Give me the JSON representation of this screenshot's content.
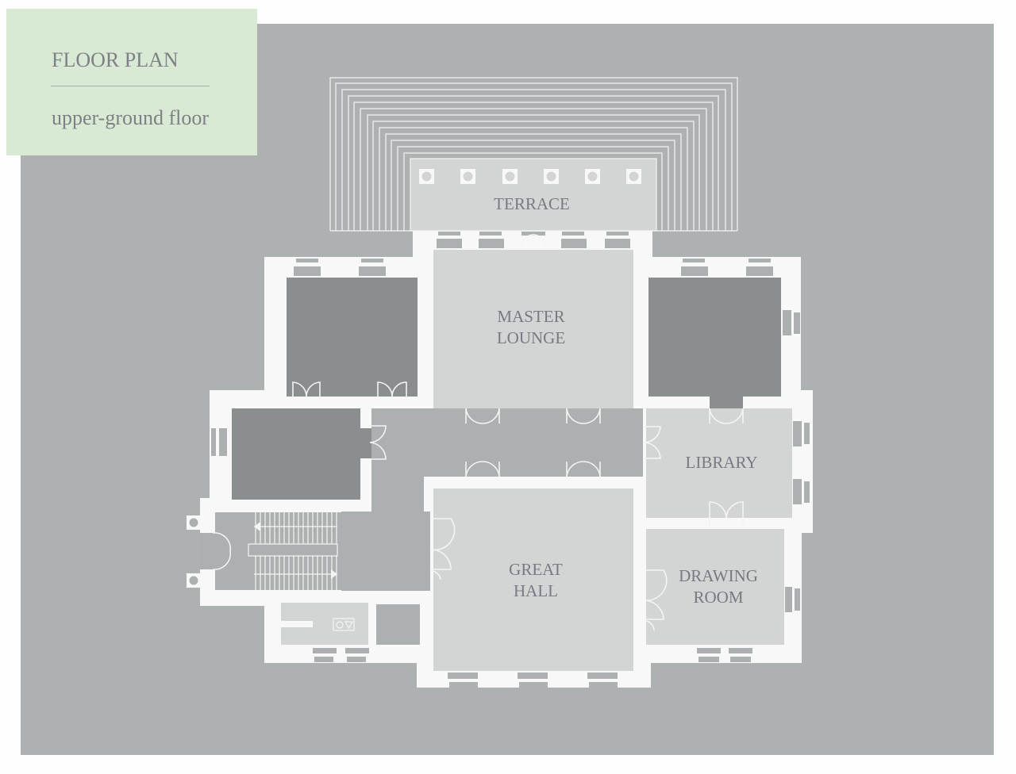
{
  "header": {
    "title": "FLOOR PLAN",
    "subtitle": "upper-ground floor"
  },
  "colors": {
    "title_card": "#d9ead4",
    "background": "#aeb1b1",
    "walls": "#f8f8f8",
    "main_room": "#d3d5d4",
    "dark_room": "#8a8e8e",
    "corridor": "#adb0b0",
    "label_text": "#767a82"
  },
  "rooms": [
    {
      "id": "terrace",
      "label": "TERRACE"
    },
    {
      "id": "master-lounge",
      "label": "MASTER\nLOUNGE"
    },
    {
      "id": "library",
      "label": "LIBRARY"
    },
    {
      "id": "great-hall",
      "label": "GREAT\nHALL"
    },
    {
      "id": "drawing-room",
      "label": "DRAWING\nROOM"
    }
  ],
  "icons": {
    "lift": "lift-icon",
    "stairs": "staircase-icon",
    "columns": "column-icon"
  }
}
